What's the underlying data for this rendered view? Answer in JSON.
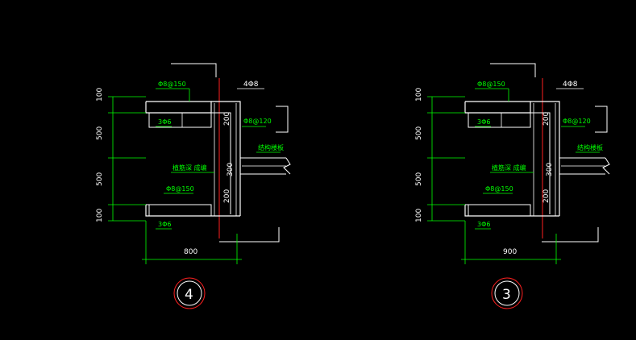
{
  "colors": {
    "background": "#000000",
    "outline": "#ffffff",
    "dimension": "#00ff00",
    "centerline": "#ff0000",
    "text_green": "#00ff00",
    "text_white": "#ffffff"
  },
  "details": [
    {
      "id": "4",
      "number": "4",
      "width_dim": "800",
      "v_dims": [
        "100",
        "500",
        "500",
        "100"
      ],
      "top_rebar": "Φ8@150",
      "top_bars": "4Φ8",
      "top_inner": "3Φ6",
      "side_stirrup": "Φ8@120",
      "side_top_dim": "200",
      "side_mid_dim": "300",
      "side_bot_dim": "200",
      "floor_label": "结构楼板",
      "anchor_label": "植筋深 成编",
      "bottom_rebar": "Φ8@150",
      "bottom_inner": "3Φ6"
    },
    {
      "id": "3",
      "number": "3",
      "width_dim": "900",
      "v_dims": [
        "100",
        "500",
        "500",
        "100"
      ],
      "top_rebar": "Φ8@150",
      "top_bars": "4Φ8",
      "top_inner": "3Φ6",
      "side_stirrup": "Φ8@120",
      "side_top_dim": "200",
      "side_mid_dim": "300",
      "side_bot_dim": "200",
      "floor_label": "结构楼板",
      "anchor_label": "植筋深 成编",
      "bottom_rebar": "Φ8@150",
      "bottom_inner": "3Φ6"
    }
  ]
}
